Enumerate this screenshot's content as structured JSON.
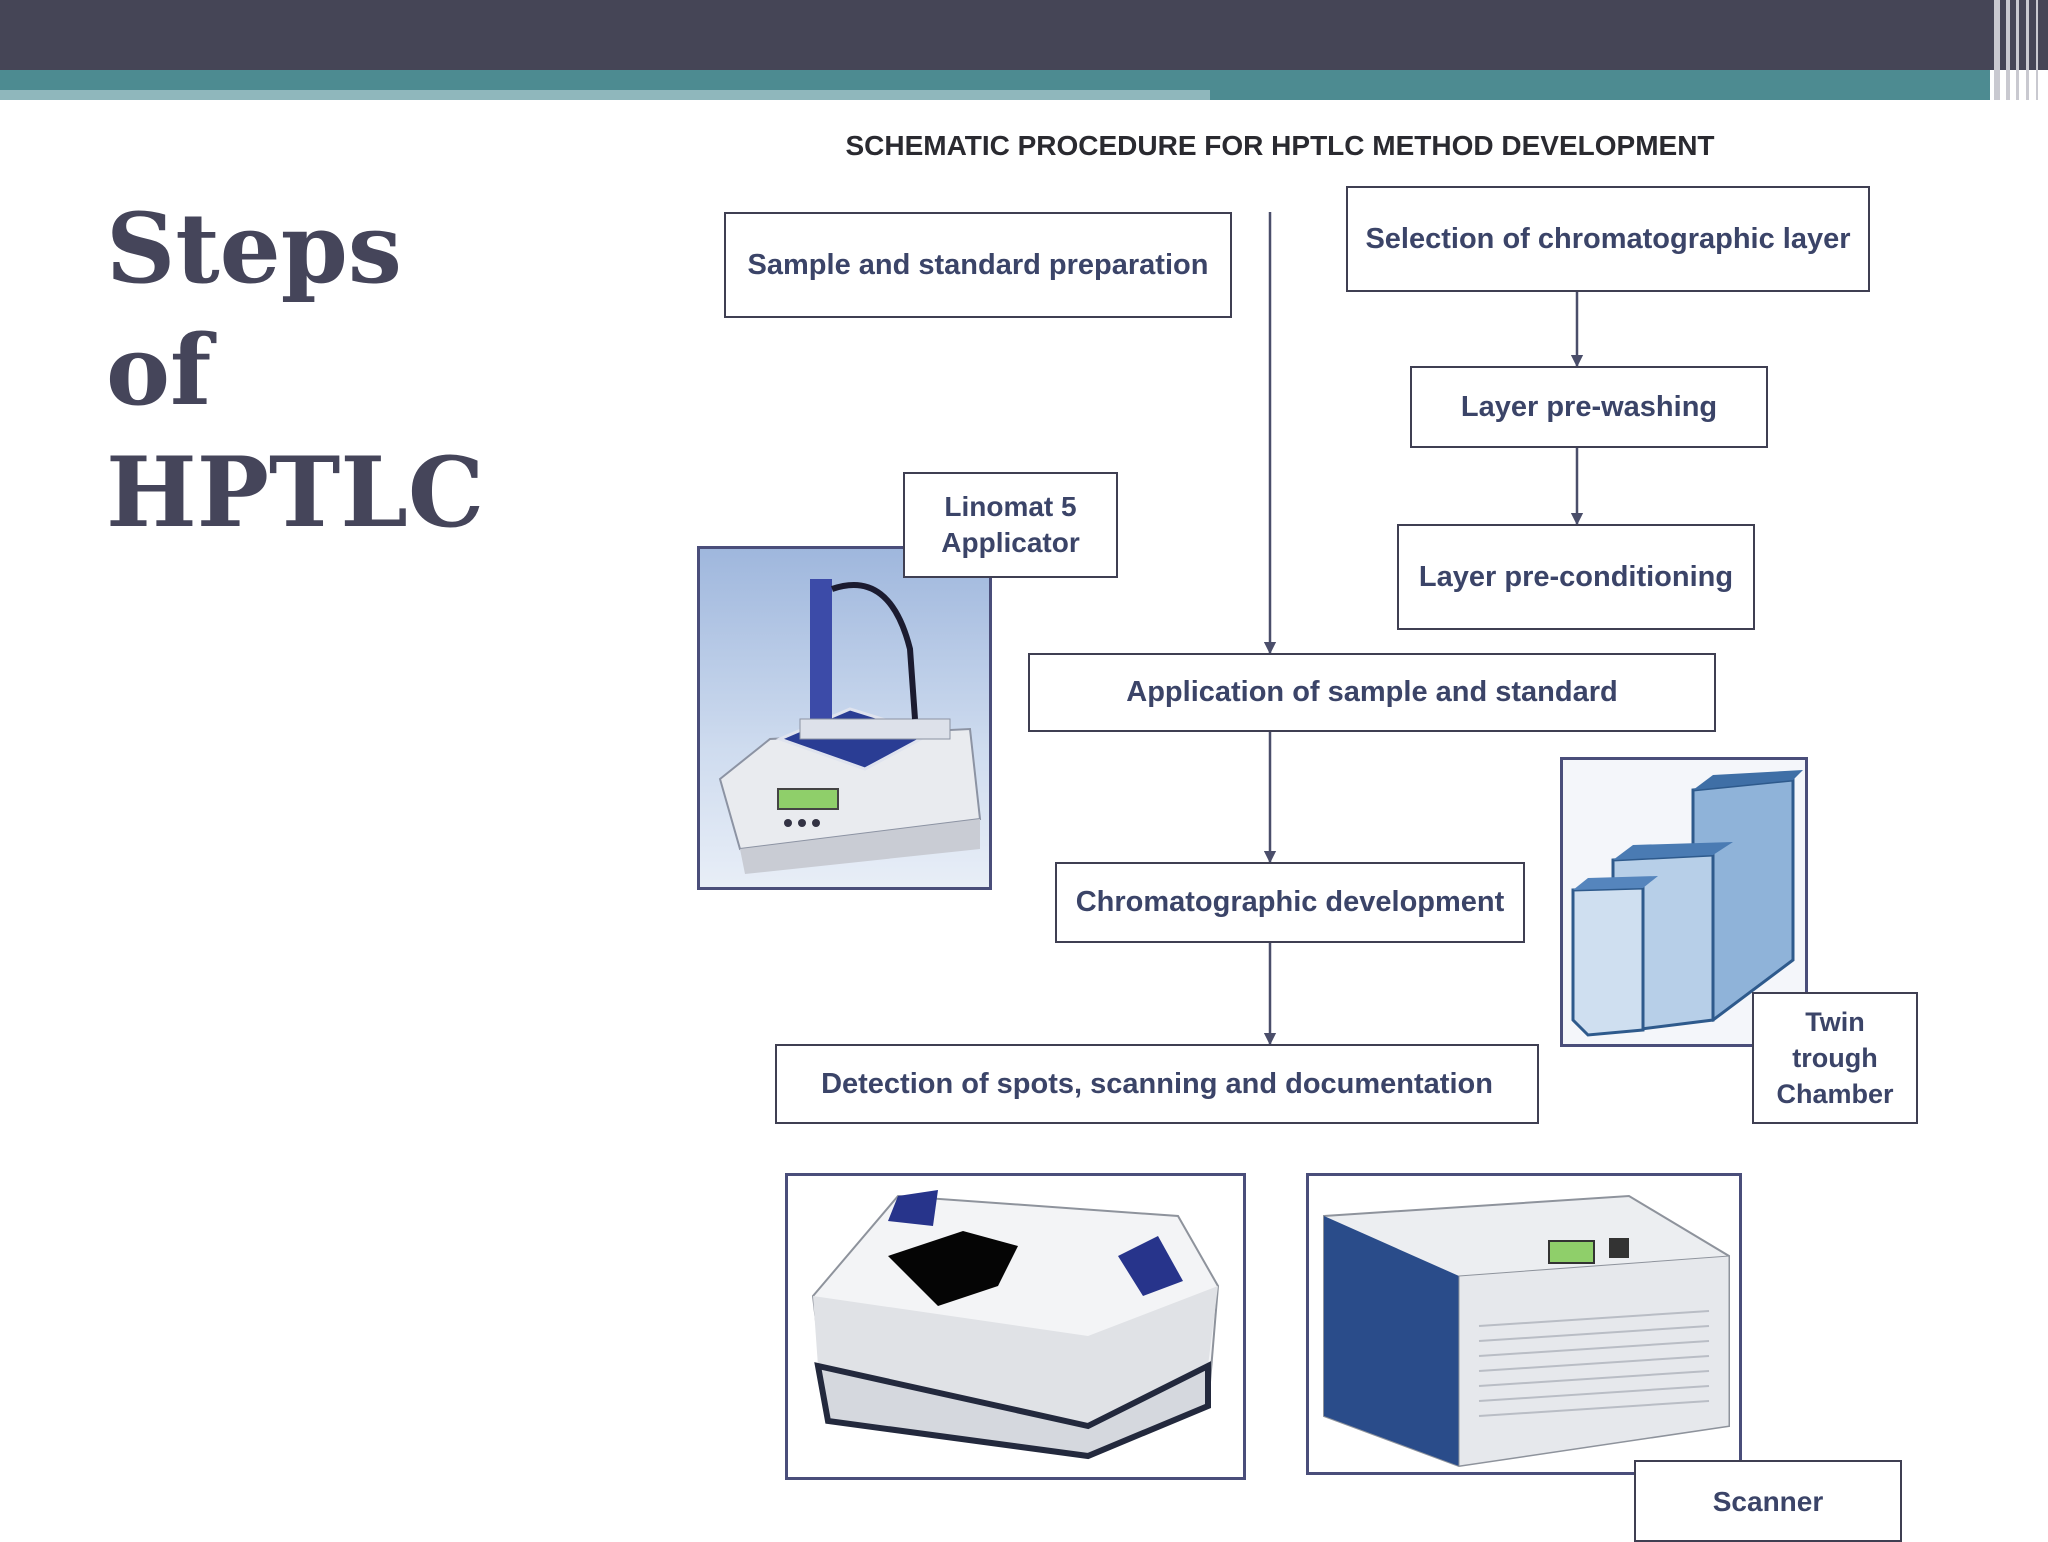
{
  "slide": {
    "title_lines": [
      "Steps",
      "of",
      "HPTLC"
    ]
  },
  "diagram": {
    "heading": "SCHEMATIC PROCEDURE FOR HPTLC METHOD DEVELOPMENT",
    "boxes": {
      "sample_prep": "Sample and standard preparation",
      "layer_selection": "Selection of chromatographic layer",
      "prewashing": "Layer pre-washing",
      "preconditioning": "Layer pre-conditioning",
      "application": "Application of sample and standard",
      "development": "Chromatographic development",
      "detection": "Detection of spots, scanning and documentation"
    },
    "instrument_labels": {
      "linomat": [
        "Linomat 5",
        "Applicator"
      ],
      "twin_trough": [
        "Twin",
        "trough",
        "Chamber"
      ],
      "scanner": "Scanner"
    }
  },
  "colors": {
    "topbar": "#454556",
    "teal": "#4d8b91",
    "title": "#45455a",
    "box_text": "#3b4468",
    "arrow": "#4a4e6a"
  },
  "icons": [
    "linomat-applicator-image",
    "twin-trough-chamber-image",
    "visualizer-image",
    "scanner-image"
  ]
}
